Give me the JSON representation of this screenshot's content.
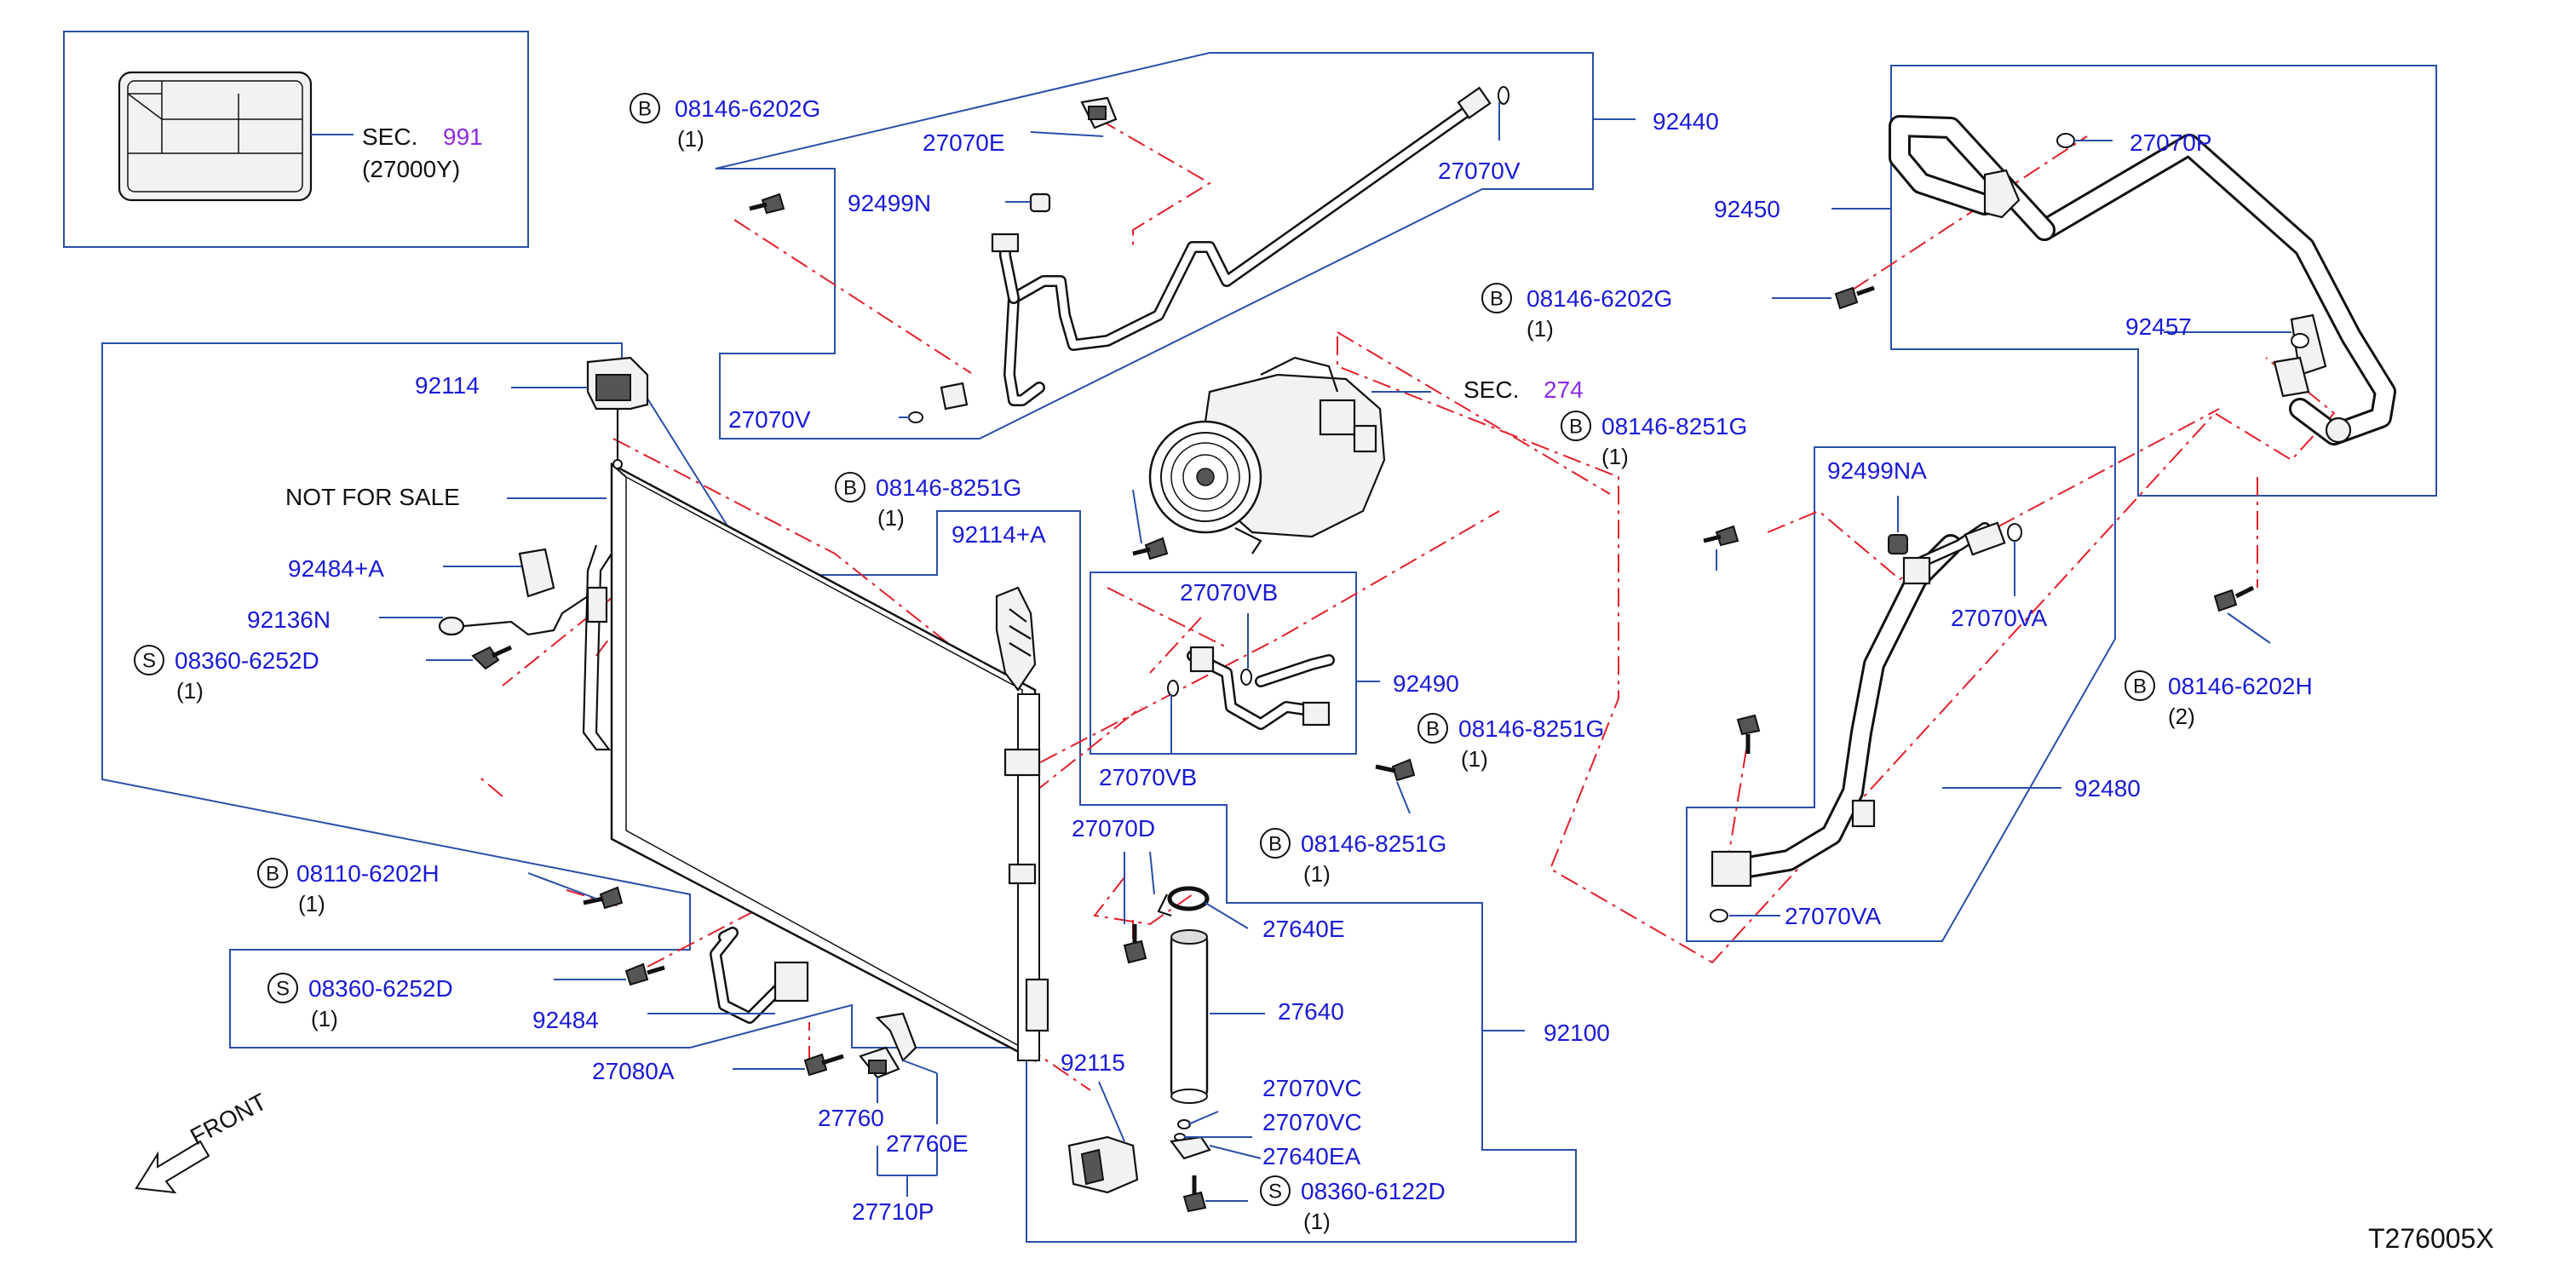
{
  "diagram_code": "T276005X",
  "front_label": "FRONT",
  "not_for_sale": "NOT  FOR  SALE",
  "sec_ref": {
    "prefix": "SEC.",
    "num": "991",
    "sub": "(27000Y)"
  },
  "sec_274": {
    "prefix": "SEC.",
    "num": "274"
  },
  "parts": {
    "p92440": "92440",
    "p27070E": "27070E",
    "p27070V_top": "27070V",
    "p92499N": "92499N",
    "p27070V_bot": "27070V",
    "p92450": "92450",
    "p27070P": "27070P",
    "p92457": "92457",
    "p92114": "92114",
    "p92114A": "92114+A",
    "p92484A": "92484+A",
    "p92136N": "92136N",
    "p27070VB_top": "27070VB",
    "p27070VB_bot": "27070VB",
    "p92490": "92490",
    "p92499NA": "92499NA",
    "p27070VA_top": "27070VA",
    "p27070VA_bot": "27070VA",
    "p92480": "92480",
    "p27070D": "27070D",
    "p27640E": "27640E",
    "p27640": "27640",
    "p92100": "92100",
    "p92484": "92484",
    "p27080A": "27080A",
    "p27760": "27760",
    "p27760E": "27760E",
    "p27710P": "27710P",
    "p92115": "92115",
    "p27070VC_a": "27070VC",
    "p27070VC_b": "27070VC",
    "p27640EA": "27640EA"
  },
  "fasteners": {
    "f1": {
      "mark": "B",
      "code": "08146-6202G",
      "qty": "(1)"
    },
    "f2": {
      "mark": "B",
      "code": "08146-6202G",
      "qty": "(1)"
    },
    "f3": {
      "mark": "B",
      "code": "08146-8251G",
      "qty": "(1)"
    },
    "f4": {
      "mark": "B",
      "code": "08146-8251G",
      "qty": "(1)"
    },
    "f5": {
      "mark": "S",
      "code": "08360-6252D",
      "qty": "(1)"
    },
    "f6": {
      "mark": "B",
      "code": "08146-8251G",
      "qty": "(1)"
    },
    "f7": {
      "mark": "B",
      "code": "08146-8251G",
      "qty": "(1)"
    },
    "f8": {
      "mark": "B",
      "code": "08146-6202H",
      "qty": "(2)"
    },
    "f9": {
      "mark": "B",
      "code": "08110-6202H",
      "qty": "(1)"
    },
    "f10": {
      "mark": "S",
      "code": "08360-6252D",
      "qty": "(1)"
    },
    "f11": {
      "mark": "S",
      "code": "08360-6122D",
      "qty": "(1)"
    }
  },
  "colors": {
    "label_blue": "#1a1ad6",
    "box_blue": "#2a4fa8",
    "dash_red": "#e0202a",
    "sec_purple": "#8a2be2"
  }
}
